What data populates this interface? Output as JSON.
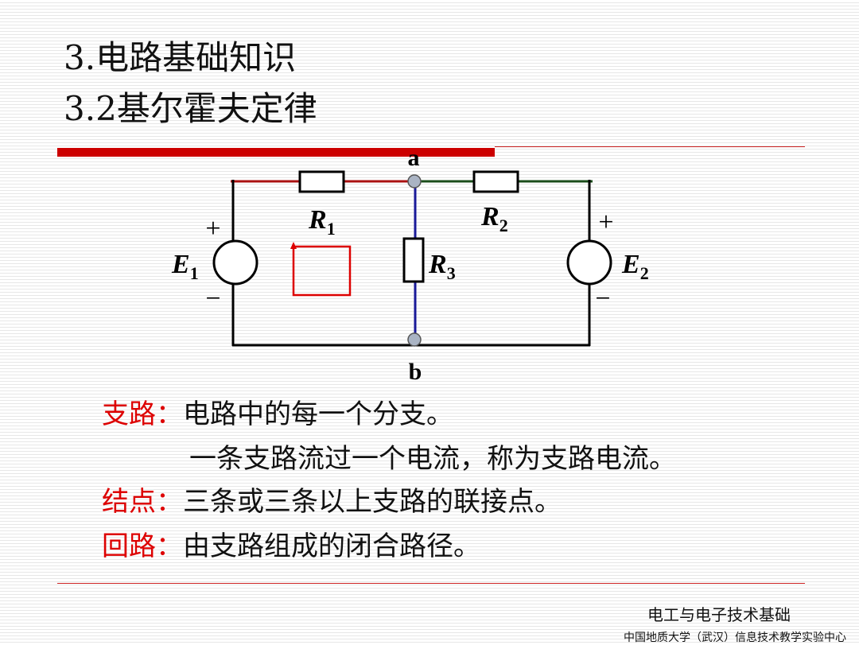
{
  "title": {
    "line1": "3.电路基础知识",
    "line2": "3.2基尔霍夫定律"
  },
  "circuit": {
    "node_a": "a",
    "node_b": "b",
    "r1": {
      "letter": "R",
      "sub": "1"
    },
    "r2": {
      "letter": "R",
      "sub": "2"
    },
    "r3": {
      "letter": "R",
      "sub": "3"
    },
    "e1": {
      "letter": "E",
      "sub": "1"
    },
    "e2": {
      "letter": "E",
      "sub": "2"
    },
    "plus": "+",
    "minus": "−"
  },
  "definitions": {
    "branch_term": "支路：",
    "branch_text": "电路中的每一个分支。",
    "branch_text2": "一条支路流过一个电流，称为支路电流。",
    "node_term": "结点：",
    "node_text": "三条或三条以上支路的联接点。",
    "loop_term": "回路：",
    "loop_text": "由支路组成的闭合路径。"
  },
  "footer": {
    "course": "电工与电子技术基础",
    "institution": "中国地质大学（武汉）信息技术教学实验中心"
  },
  "colors": {
    "accent_red": "#cc0000",
    "term_red": "#dd0000",
    "wire_left": "#aa1111",
    "wire_right": "#1a4d1a",
    "wire_middle": "#1a1a99"
  }
}
